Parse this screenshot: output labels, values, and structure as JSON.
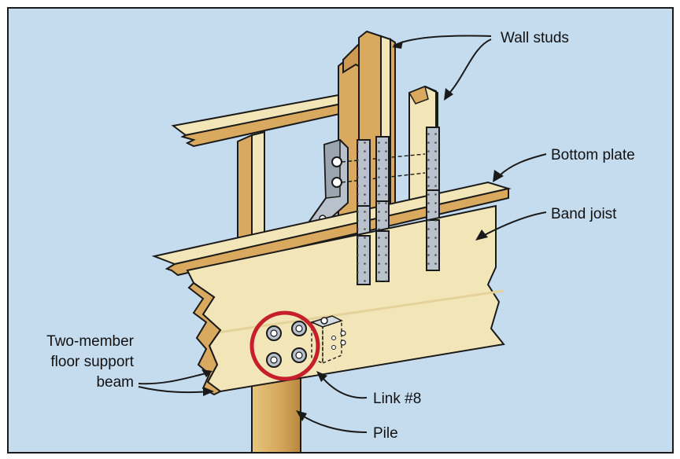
{
  "colors": {
    "sky": "#c5dcef",
    "lumber_face": "#f2e6b9",
    "lumber_side": "#d9a95f",
    "lumber_end": "#cd9a4f",
    "steel": "#b9c2cc",
    "steel_dark": "#7c8893",
    "outline": "#1a1a1a",
    "highlight_circle": "#c41f2a"
  },
  "labels": {
    "wall_studs": "Wall studs",
    "bottom_plate": "Bottom plate",
    "band_joist": "Band joist",
    "floor_beam_line1": "Two-member",
    "floor_beam_line2": "floor support",
    "floor_beam_line3": "beam",
    "link": "Link #8",
    "pile": "Pile"
  }
}
